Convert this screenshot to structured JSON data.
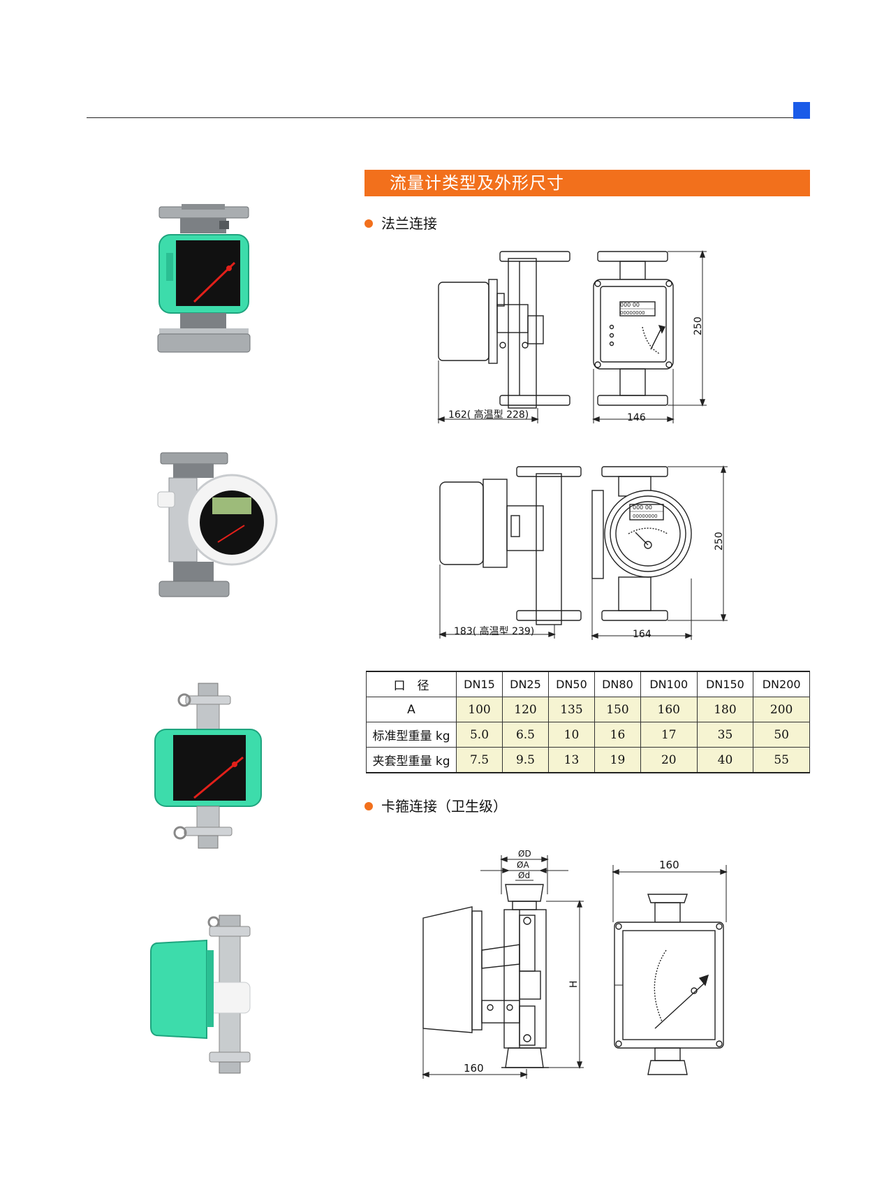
{
  "header": {
    "accent_color": "#1a5be8",
    "section_title": "流量计类型及外形尺寸",
    "section_color": "#f2701c"
  },
  "flange": {
    "heading": "法兰连接",
    "drawing1": {
      "width_label": "162( 高温型 228)",
      "depth_label": "146",
      "height_label": "250",
      "display_text": "000 00",
      "counter_text": "00000000"
    },
    "drawing2": {
      "width_label": "183( 高温型 239)",
      "depth_label": "164",
      "height_label": "250",
      "display_text": "000 00",
      "counter_text": "00000000"
    }
  },
  "spec_table": {
    "header_label": "口　径",
    "columns": [
      "DN15",
      "DN25",
      "DN50",
      "DN80",
      "DN100",
      "DN150",
      "DN200"
    ],
    "rows": [
      {
        "label": "A",
        "values": [
          "100",
          "120",
          "135",
          "150",
          "160",
          "180",
          "200"
        ]
      },
      {
        "label": "标准型重量  kg",
        "values": [
          "5.0",
          "6.5",
          "10",
          "16",
          "17",
          "35",
          "50"
        ]
      },
      {
        "label": "夹套型重量  kg",
        "values": [
          "7.5",
          "9.5",
          "13",
          "19",
          "20",
          "40",
          "55"
        ]
      }
    ]
  },
  "clamp": {
    "heading": "卡箍连接（卫生级）",
    "drawing": {
      "d_outer": "ØD",
      "d_a": "ØA",
      "d_inner": "Ød",
      "height_label": "H",
      "width_label": "160",
      "front_width_label": "160"
    }
  },
  "photos": [
    {
      "name": "flange-meter-photo-1",
      "body_color": "#3ddcab"
    },
    {
      "name": "flange-meter-photo-2",
      "body_color": "#f0f0f0"
    },
    {
      "name": "clamp-meter-photo-1",
      "body_color": "#3ddcab"
    },
    {
      "name": "clamp-meter-photo-2",
      "body_color": "#3ddcab"
    }
  ]
}
